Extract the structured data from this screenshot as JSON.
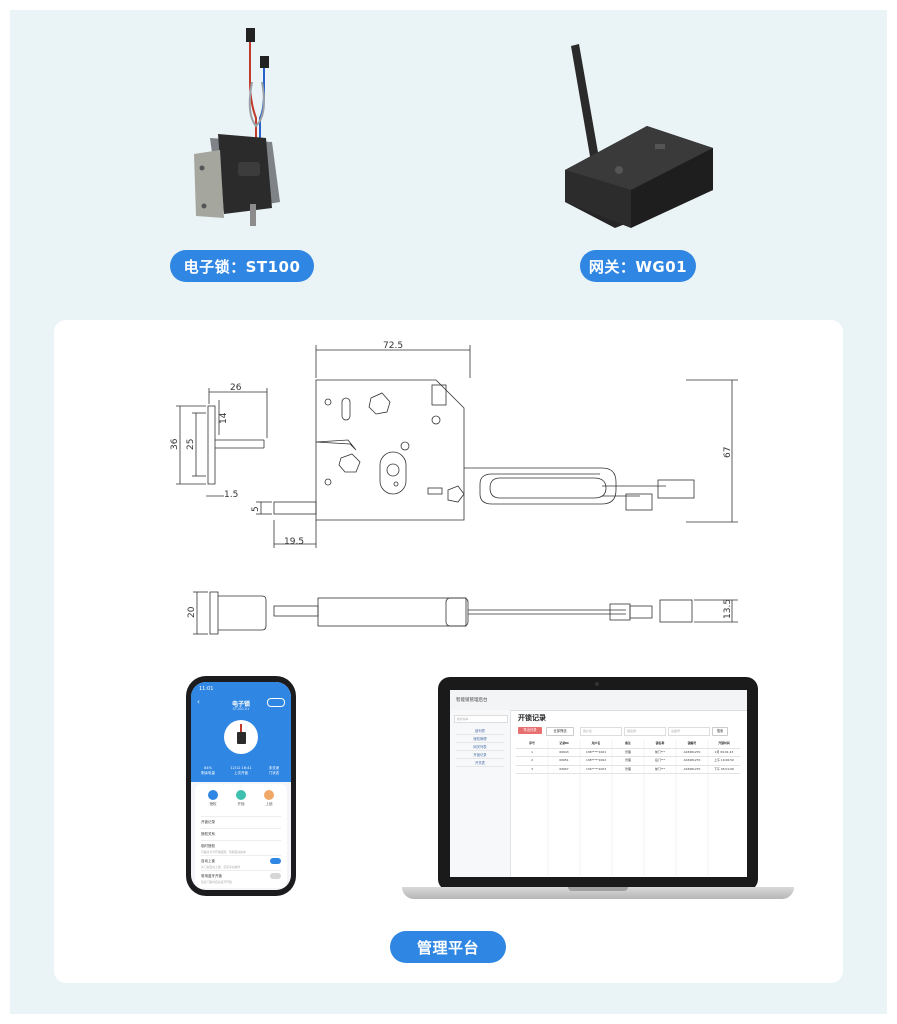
{
  "products": [
    {
      "name_label": "电子锁：ST100"
    },
    {
      "name_label": "网关：WG01"
    }
  ],
  "drawing": {
    "dims_front": [
      "72.5",
      "26",
      "36",
      "25",
      "14",
      "1.5",
      "5",
      "19.5",
      "67"
    ],
    "dims_side": [
      "20",
      "13.5"
    ]
  },
  "phone": {
    "status_time": "11:01",
    "title": "电子锁",
    "subtitle": "ST100-01",
    "stats": [
      {
        "value": "84%",
        "label": "剩余电量"
      },
      {
        "value": "12/12 16:41",
        "label": "上次开锁"
      },
      {
        "value": "未关闭",
        "label": "门状态"
      }
    ],
    "actions": [
      {
        "label": "授权",
        "icon": "key-icon"
      },
      {
        "label": "开锁",
        "icon": "unlock-icon"
      },
      {
        "label": "上锁",
        "icon": "lock-icon"
      }
    ],
    "rows": [
      {
        "label": "开锁记录",
        "hint": ""
      },
      {
        "label": "授权关系",
        "hint": ""
      },
      {
        "label": "临时授权",
        "hint": "可临时分享开锁权限，到期自动失效"
      },
      {
        "label": "自动上锁",
        "hint": "关门后自动上锁，无需手动操作"
      },
      {
        "label": "常用蓝牙开锁",
        "hint": "靠近门锁时自动蓝牙开锁"
      }
    ],
    "toggle_on_color": "#2f86e3"
  },
  "admin": {
    "app_title": "智能锁管理后台",
    "search_placeholder": "搜索菜单...",
    "menu": [
      "锁列表",
      "授权管理",
      "网关列表",
      "开锁记录",
      "开关表"
    ],
    "page_title": "开锁记录",
    "buttons": [
      "导出记录",
      "全部筛选"
    ],
    "filters": [
      "用户名",
      "锁名称",
      "设备号"
    ],
    "search_button": "搜索",
    "columns": [
      "序号",
      "记录ID",
      "用户名",
      "备注",
      "锁名称",
      "锁编号",
      "开锁时间"
    ],
    "rows": [
      [
        "1",
        "00643",
        "138*****1001",
        "管理",
        "前门***",
        "A03481270",
        "2月 09:01:43"
      ],
      [
        "2",
        "00651",
        "138*****1002",
        "管理",
        "后门***",
        "A03481270",
        "上午 10:06:50"
      ],
      [
        "3",
        "00657",
        "139*****1003",
        "管理",
        "前门***",
        "A03481270",
        "下午 05:01:06"
      ]
    ]
  },
  "platform_label": "管理平台"
}
